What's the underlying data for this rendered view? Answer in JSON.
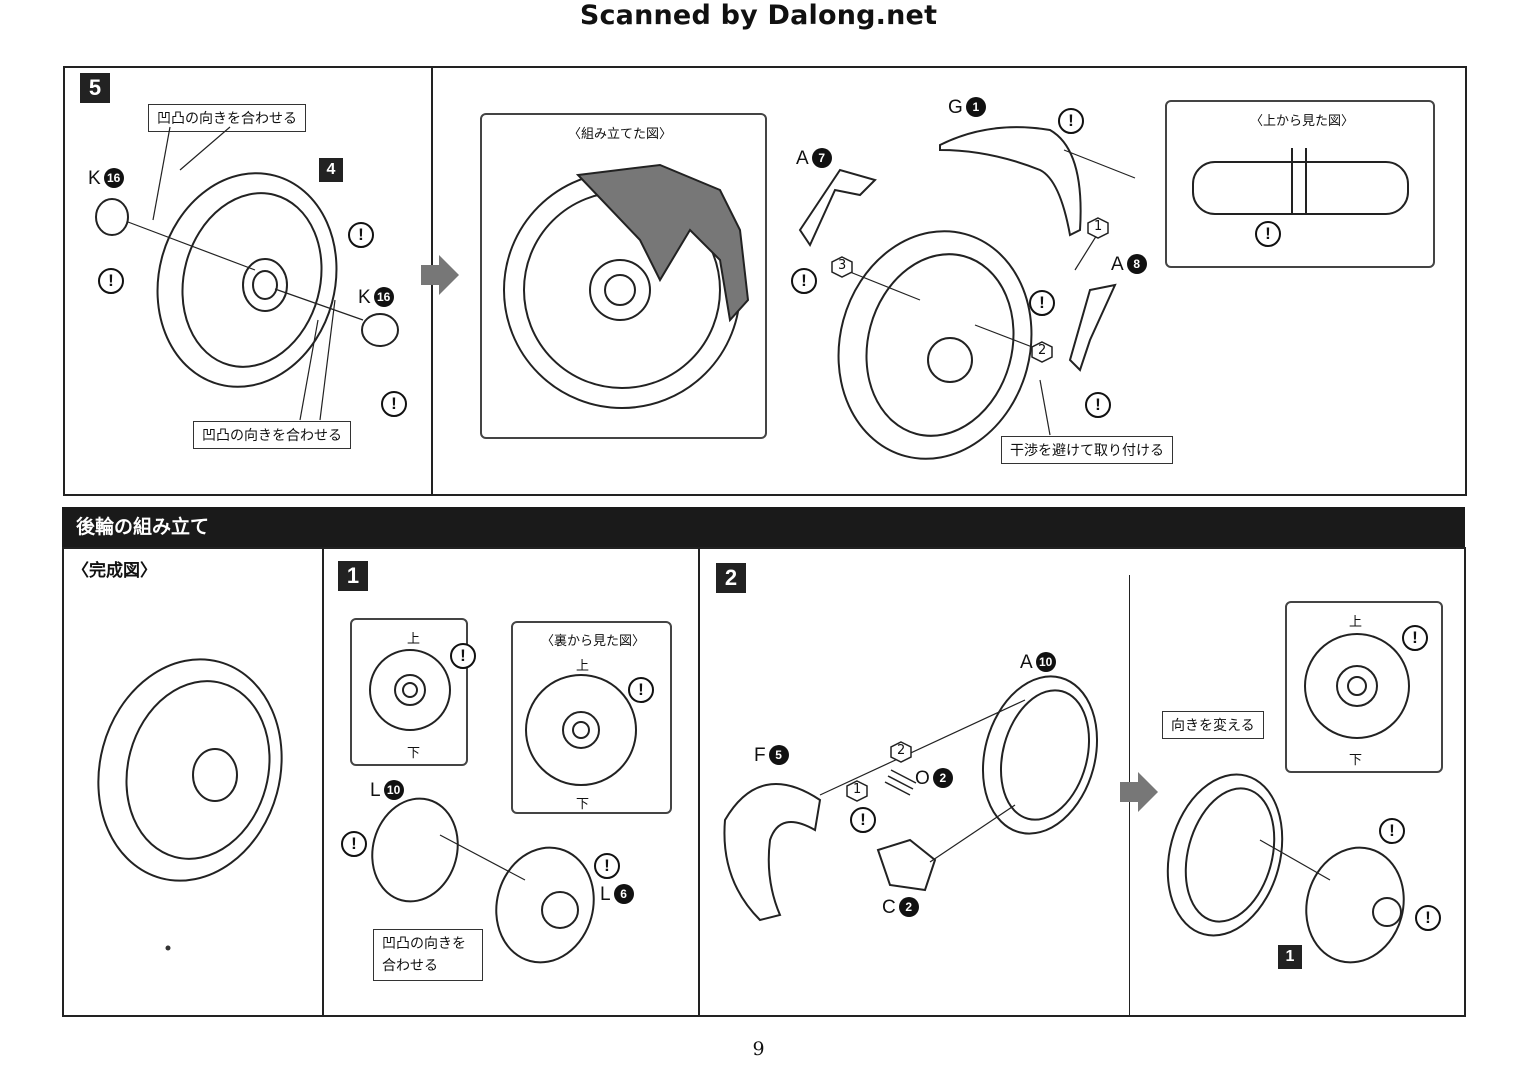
{
  "watermark": "Scanned by Dalong.net",
  "step5": {
    "number": "5",
    "callout_align_top": "凹凸の向きを合わせる",
    "callout_align_bottom": "凹凸の向きを合わせる",
    "ref_step": "4",
    "part_k_left": {
      "letter": "K",
      "num": "16"
    },
    "part_k_right": {
      "letter": "K",
      "num": "16"
    },
    "assembled_label": "〈組み立てた図〉",
    "part_a7": {
      "letter": "A",
      "num": "7"
    },
    "part_g1": {
      "letter": "G",
      "num": "1"
    },
    "part_a8": {
      "letter": "A",
      "num": "8"
    },
    "order": [
      "1",
      "2",
      "3"
    ],
    "top_view_label": "〈上から見た図〉",
    "callout_avoid": "干渉を避けて取り付ける"
  },
  "rear_section": {
    "title": "後輪の組み立て",
    "finished_label": "〈完成図〉"
  },
  "step1": {
    "number": "1",
    "top": "上",
    "bottom": "下",
    "back_view_label": "〈裏から見た図〉",
    "back_top": "上",
    "back_bottom": "下",
    "part_l10": {
      "letter": "L",
      "num": "10"
    },
    "part_l6": {
      "letter": "L",
      "num": "6"
    },
    "callout_align_line1": "凹凸の向きを",
    "callout_align_line2": "合わせる"
  },
  "step2": {
    "number": "2",
    "part_a10": {
      "letter": "A",
      "num": "10"
    },
    "part_f5": {
      "letter": "F",
      "num": "5"
    },
    "part_o2": {
      "letter": "O",
      "num": "2"
    },
    "part_c2": {
      "letter": "C",
      "num": "2"
    },
    "order": [
      "1",
      "2"
    ],
    "callout_turn": "向きを変える",
    "top": "上",
    "bottom": "下",
    "ref_step": "1"
  },
  "page_number": "9",
  "warn_symbol": "!"
}
